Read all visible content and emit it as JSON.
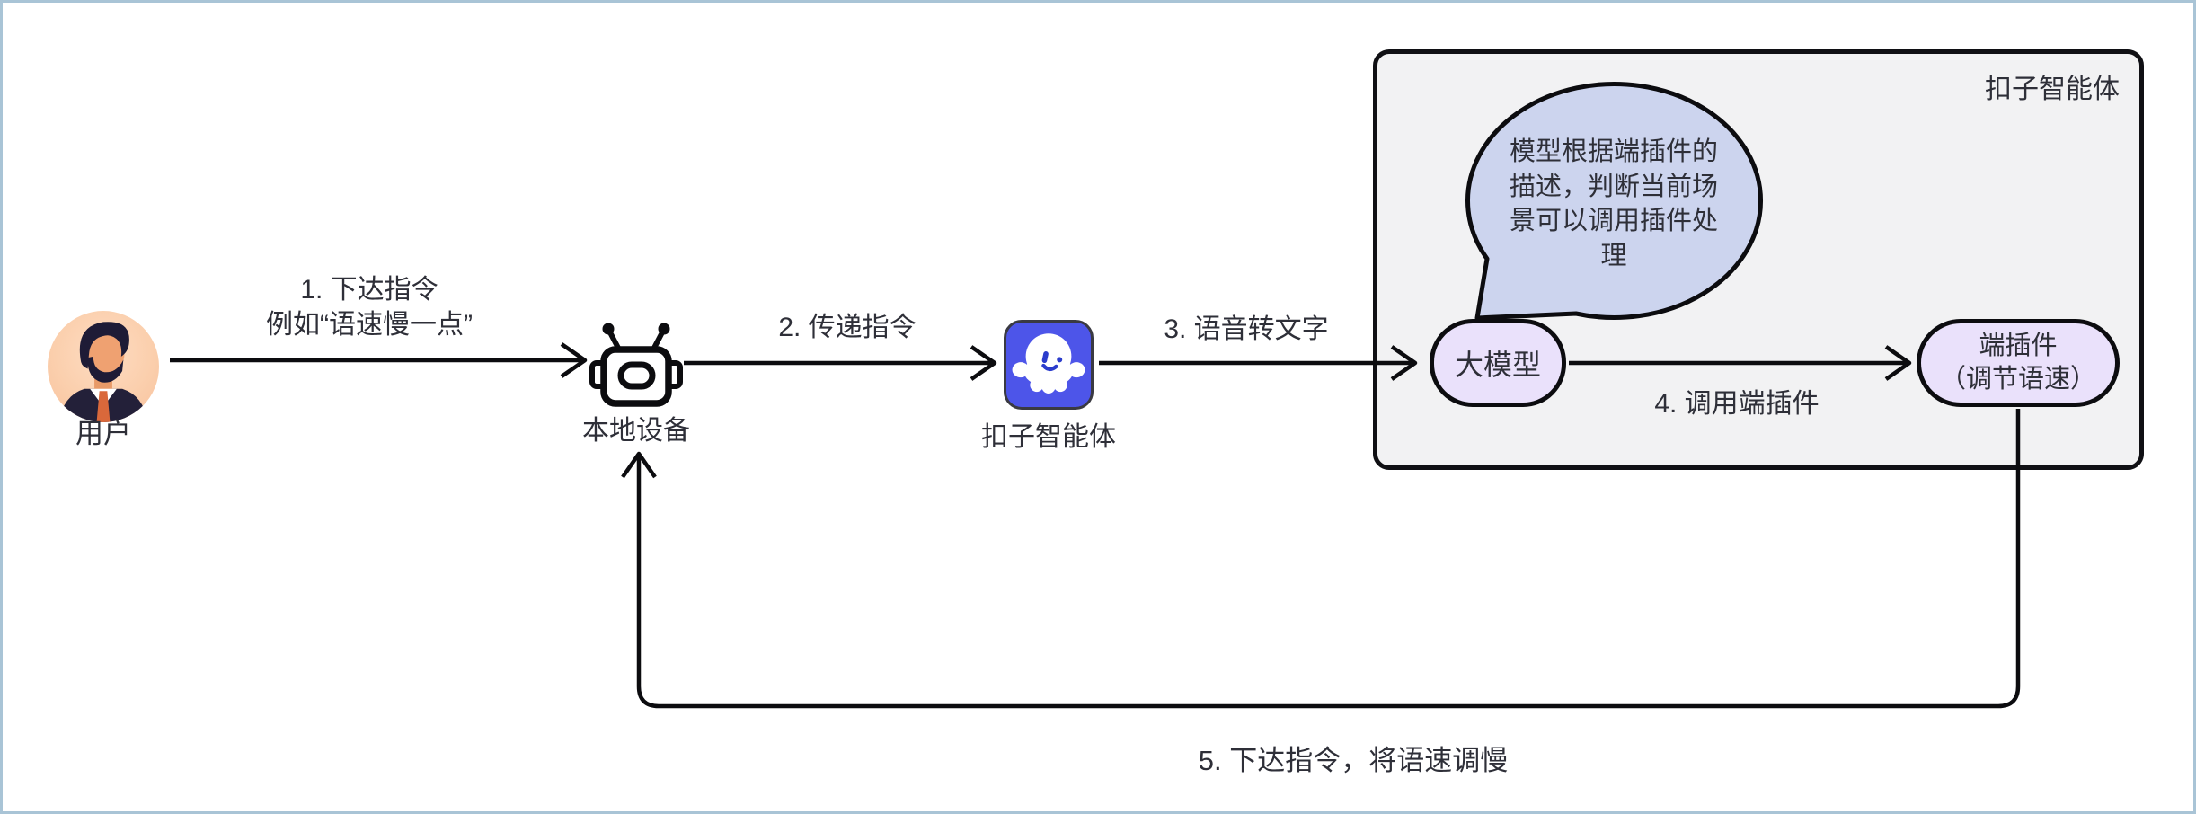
{
  "colors": {
    "frame_border": "#a9c4d6",
    "canvas_bg": "#ffffff",
    "line": "#0c0c0f",
    "text": "#2e2f38",
    "container_fill": "#f2f2f3",
    "node_fill": "#eae1fb",
    "callout_fill": "#ccd4ee",
    "coze_icon_bg": "#4d55e9",
    "avatar_bg": "#fbcfad"
  },
  "actors": {
    "user": {
      "label": "用户"
    },
    "local_device": {
      "label": "本地设备"
    },
    "coze_app": {
      "label": "扣子智能体"
    }
  },
  "container": {
    "title": "扣子智能体"
  },
  "nodes": {
    "llm": {
      "label": "大模型"
    },
    "plugin": {
      "line1": "端插件",
      "line2": "（调节语速）"
    }
  },
  "callout": {
    "text": "模型根据端插件的描述，判断当前场景可以调用插件处理"
  },
  "edges": {
    "e1": {
      "line1": "1. 下达指令",
      "line2": "例如“语速慢一点”"
    },
    "e2": {
      "label": "2. 传递指令"
    },
    "e3": {
      "label": "3. 语音转文字"
    },
    "e4": {
      "label": "4. 调用端插件"
    },
    "e5": {
      "label": "5. 下达指令，将语速调慢"
    }
  }
}
